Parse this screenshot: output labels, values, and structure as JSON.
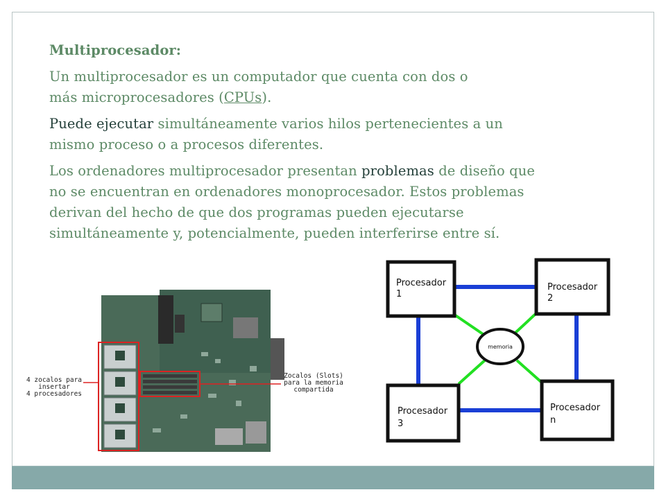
{
  "heading": "Multiprocesador:",
  "p1": {
    "line1": "Un multiprocesador es un computador que cuenta con dos o",
    "line2_pre": "más microprocesadores (",
    "line2_link": "CPUs",
    "line2_post": ")."
  },
  "p2": {
    "dark": "Puede ejecutar",
    "rest1": " simultáneamente varios hilos pertenecientes a un",
    "line2": "mismo proceso o a procesos diferentes."
  },
  "p3": {
    "pre": "Los ordenadores multiprocesador presentan ",
    "dark": "problemas",
    "post": " de diseño que",
    "line2": "no se encuentran en ordenadores monoprocesador. Estos problemas",
    "line3": "derivan del hecho de que dos programas pueden ejecutarse",
    "line4": "simultáneamente y, potencialmente, pueden interferirse entre sí."
  },
  "photo": {
    "label_left": [
      "4 zocalos para",
      "insertar",
      "4 procesadores"
    ],
    "label_right": [
      "Zocalos (Slots)",
      "para la memoria",
      "compartida"
    ]
  },
  "diagram": {
    "center": "memoria",
    "processors": [
      {
        "line1": "Procesador",
        "line2": "1"
      },
      {
        "line1": "Procesador",
        "line2": "2"
      },
      {
        "line1": "Procesador",
        "line2": "3"
      },
      {
        "line1": "Procesador",
        "line2": "n"
      }
    ],
    "colors": {
      "bus": "#1a3fd6",
      "link": "#22e022",
      "box": "#111111"
    }
  }
}
